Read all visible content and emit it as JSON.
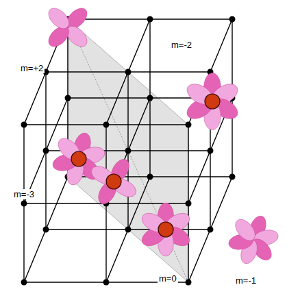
{
  "diagram": {
    "labels": [
      "m=-2",
      "m=+2",
      "m=-3",
      "m=0",
      "m=-1"
    ]
  }
}
